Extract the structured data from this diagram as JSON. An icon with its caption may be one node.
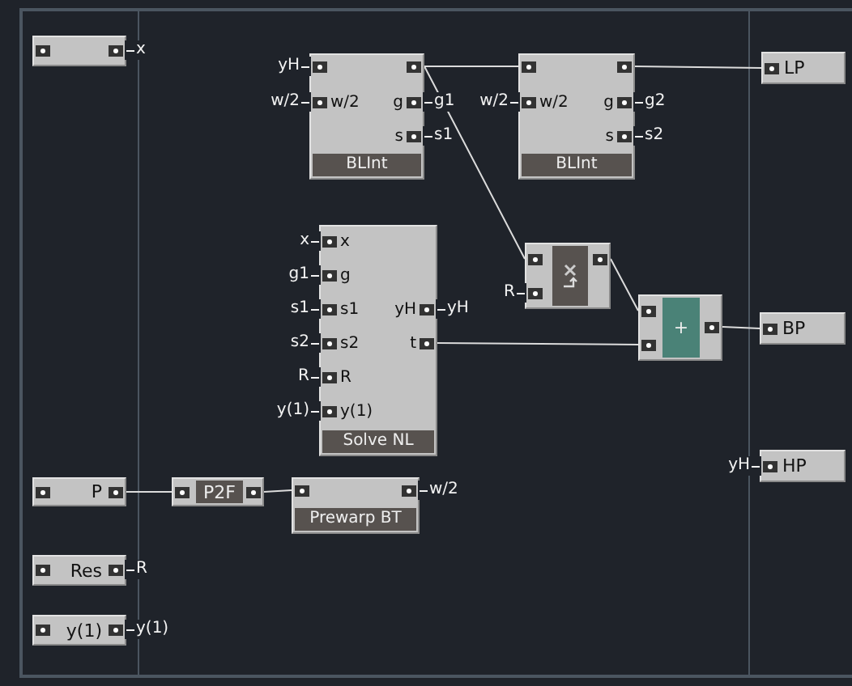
{
  "diagram": {
    "nodes": [
      {
        "text": [],
        "shape": "box",
        "beside": [
          "x"
        ]
      },
      {
        "text": [
          "w/2",
          "g",
          "s",
          "BLInt"
        ],
        "beside": [
          "yH",
          "w/2",
          "g1",
          "s1"
        ]
      },
      {
        "text": [
          "w/2",
          "g",
          "s",
          "BLInt"
        ],
        "beside": [
          "w/2",
          "g2",
          "s2"
        ]
      },
      {
        "text": [
          "LP"
        ]
      },
      {
        "text": [
          "x",
          "g",
          "s1",
          "s2",
          "R",
          "y(1)",
          "yH",
          "t",
          "Solve NL"
        ],
        "beside": [
          "x",
          "g1",
          "s1",
          "s2",
          "R",
          "y(1)",
          "yH"
        ]
      },
      {
        "text": [],
        "shape": "box",
        "beside": [
          "R"
        ]
      },
      {
        "text": [
          "+"
        ]
      },
      {
        "text": [
          "BP"
        ]
      },
      {
        "text": [
          "P"
        ]
      },
      {
        "text": [
          "P2F"
        ]
      },
      {
        "text": [
          "Prewarp BT"
        ],
        "beside": [
          "w/2"
        ]
      },
      {
        "text": [
          "HP"
        ],
        "beside": [
          "yH"
        ]
      },
      {
        "text": [
          "Res"
        ],
        "beside": [
          "R"
        ]
      },
      {
        "text": [
          "y(1)"
        ],
        "beside": [
          "y(1)"
        ]
      }
    ],
    "edges": [
      {
        "from": 1,
        "to": 2,
        "arrow": "none"
      },
      {
        "from": 1,
        "to": 5,
        "arrow": "none"
      },
      {
        "from": 2,
        "to": 3,
        "arrow": "none"
      },
      {
        "from": 5,
        "to": 6,
        "arrow": "none"
      },
      {
        "from": 4,
        "to": 6,
        "arrow": "none"
      },
      {
        "from": 6,
        "to": 7,
        "arrow": "none"
      },
      {
        "from": 8,
        "to": 9,
        "arrow": "none"
      },
      {
        "from": 9,
        "to": 10,
        "arrow": "none"
      }
    ]
  }
}
